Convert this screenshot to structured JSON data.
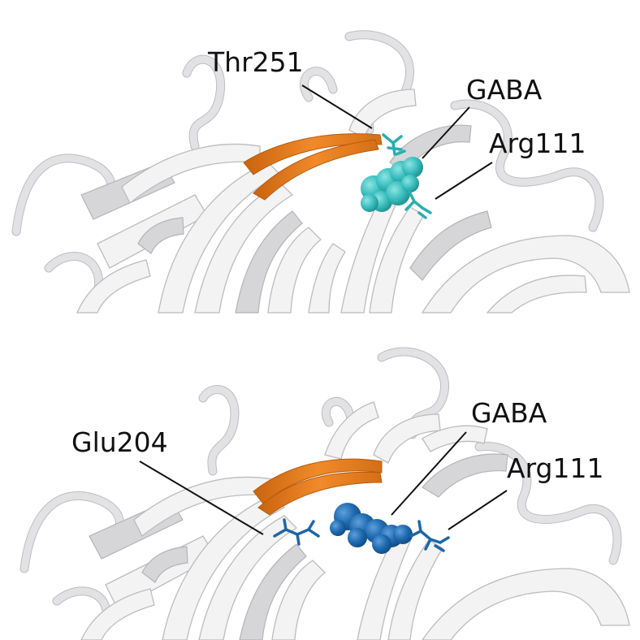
{
  "colors": {
    "protein": "#e6e6e8",
    "protein_shade": "#bcbcc0",
    "strand_highlight": "#e07b1f",
    "ligand_top": "#3bbfbf",
    "ligand_bottom": "#1f6bb0",
    "residue_top": "#2aaeb0",
    "residue_bottom": "#1e66a8",
    "label_text": "#111111"
  },
  "top_panel": {
    "labels": {
      "thr251": "Thr251",
      "gaba": "GABA",
      "arg111": "Arg111"
    }
  },
  "bottom_panel": {
    "labels": {
      "glu204": "Glu204",
      "gaba": "GABA",
      "arg111": "Arg111"
    }
  }
}
